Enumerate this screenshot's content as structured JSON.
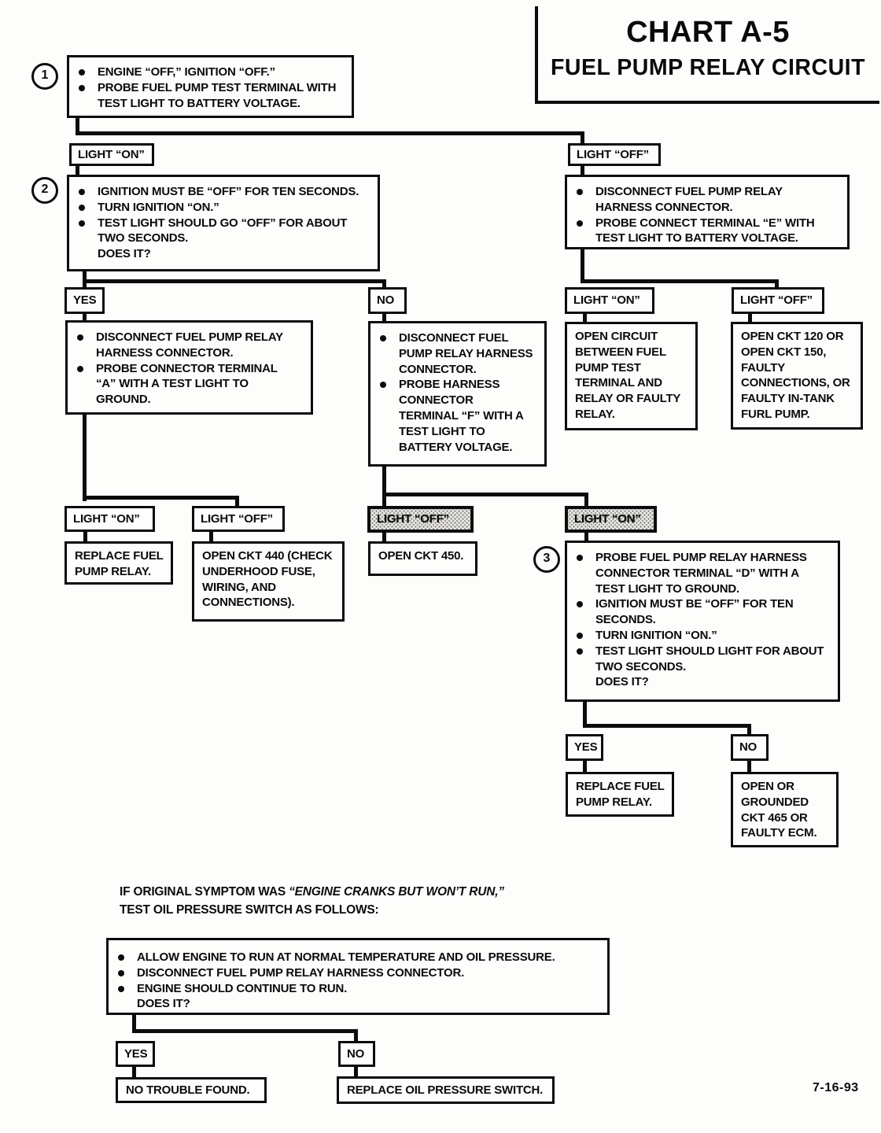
{
  "title": {
    "line1": "CHART A-5",
    "line2": "FUEL PUMP RELAY CIRCUIT"
  },
  "date": "7-16-93",
  "footnote": {
    "prefix": "IF ORIGINAL SYMPTOM WAS ",
    "italic": "“ENGINE CRANKS BUT WON’T RUN,”",
    "line2": "TEST OIL PRESSURE SWITCH AS FOLLOWS:"
  },
  "nodes": {
    "step1": {
      "num": "1",
      "bullets": [
        "ENGINE “OFF,” IGNITION “OFF.”",
        "PROBE FUEL PUMP TEST TERMINAL WITH\nTEST LIGHT TO BATTERY VOLTAGE."
      ]
    },
    "light_on_1": {
      "label": "LIGHT “ON”"
    },
    "light_off_1": {
      "label": "LIGHT “OFF”"
    },
    "step2": {
      "num": "2",
      "bullets": [
        "IGNITION MUST BE “OFF” FOR TEN SECONDS.",
        "TURN IGNITION “ON.”",
        "TEST LIGHT SHOULD GO “OFF” FOR ABOUT\nTWO SECONDS.\nDOES IT?"
      ]
    },
    "action_probe_e": {
      "bullets": [
        "DISCONNECT FUEL PUMP RELAY\nHARNESS CONNECTOR.",
        "PROBE CONNECT TERMINAL “E” WITH\nTEST LIGHT TO BATTERY VOLTAGE."
      ]
    },
    "yes_1": {
      "label": "YES"
    },
    "no_1": {
      "label": "NO"
    },
    "light_on_2": {
      "label": "LIGHT “ON”"
    },
    "light_off_2": {
      "label": "LIGHT “OFF”"
    },
    "action_probe_a": {
      "bullets": [
        "DISCONNECT FUEL PUMP RELAY\nHARNESS CONNECTOR.",
        "PROBE CONNECTOR TERMINAL\n“A” WITH A TEST LIGHT TO\nGROUND."
      ]
    },
    "action_probe_f": {
      "bullets": [
        "DISCONNECT FUEL\nPUMP RELAY HARNESS\nCONNECTOR.",
        "PROBE HARNESS\nCONNECTOR\nTERMINAL “F” WITH A\nTEST LIGHT TO\nBATTERY VOLTAGE."
      ]
    },
    "open_circuit": {
      "text": "OPEN CIRCUIT\nBETWEEN FUEL\nPUMP TEST\nTERMINAL AND\nRELAY OR FAULTY\nRELAY."
    },
    "ckt_120": {
      "text": "OPEN CKT 120 OR\nOPEN CKT 150,\nFAULTY\nCONNECTIONS, OR\nFAULTY IN-TANK\nFURL PUMP."
    },
    "light_on_3": {
      "label": "LIGHT “ON”"
    },
    "light_off_3": {
      "label": "LIGHT “OFF”"
    },
    "light_off_4": {
      "label": "LIGHT “OFF”"
    },
    "light_on_4": {
      "label": "LIGHT “ON”"
    },
    "replace_relay_1": {
      "text": "REPLACE FUEL\nPUMP RELAY."
    },
    "ckt_440": {
      "text": "OPEN CKT 440 (CHECK\nUNDERHOOD FUSE,\nWIRING, AND\nCONNECTIONS)."
    },
    "ckt_450": {
      "text": "OPEN CKT 450."
    },
    "step3": {
      "num": "3",
      "bullets": [
        "PROBE FUEL PUMP RELAY HARNESS\nCONNECTOR TERMINAL “D” WITH A\nTEST LIGHT TO GROUND.",
        "IGNITION MUST BE “OFF” FOR TEN\nSECONDS.",
        "TURN IGNITION “ON.”",
        "TEST LIGHT SHOULD LIGHT FOR ABOUT\nTWO SECONDS.\nDOES IT?"
      ]
    },
    "yes_2": {
      "label": "YES"
    },
    "no_2": {
      "label": "NO"
    },
    "replace_relay_2": {
      "text": "REPLACE FUEL\nPUMP RELAY."
    },
    "ckt_465": {
      "text": "OPEN OR\nGROUNDED\nCKT 465 OR\nFAULTY ECM."
    },
    "oil_test": {
      "bullets": [
        "ALLOW ENGINE TO RUN AT NORMAL TEMPERATURE AND OIL PRESSURE.",
        "DISCONNECT FUEL PUMP RELAY HARNESS CONNECTOR.",
        "ENGINE SHOULD CONTINUE TO RUN.\nDOES IT?"
      ]
    },
    "yes_3": {
      "label": "YES"
    },
    "no_3": {
      "label": "NO"
    },
    "no_trouble": {
      "text": "NO TROUBLE FOUND."
    },
    "replace_oil": {
      "text": "REPLACE OIL PRESSURE SWITCH."
    }
  }
}
